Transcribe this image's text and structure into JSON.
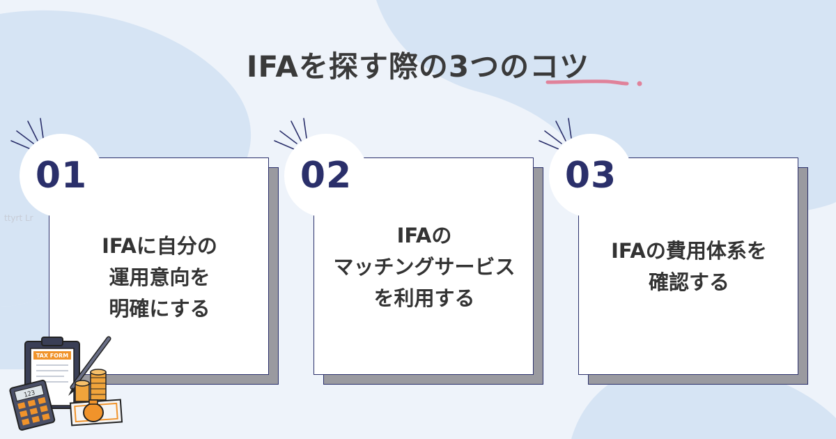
{
  "title": {
    "prefix": "IFAを探す際の3つの",
    "highlight": "コツ"
  },
  "watermark": "ttyrt Lr",
  "steps": [
    {
      "number": "01",
      "text": "IFAに自分の\n運用意向を\n明確にする"
    },
    {
      "number": "02",
      "text": "IFAの\nマッチングサービス\nを利用する"
    },
    {
      "number": "03",
      "text": "IFAの費用体系を\n確認する"
    }
  ],
  "illustration": {
    "form_label": "TAX FORM",
    "calculator_display": "123"
  },
  "colors": {
    "background": "#eef3fa",
    "blob": "#d6e4f4",
    "navy": "#2a2f6a",
    "accent_pink": "#e0829a",
    "text": "#333333",
    "shadow": "#9a9aa0"
  },
  "icons": [
    "tax-form-icon",
    "calculator-icon",
    "pen-icon",
    "coins-icon",
    "money-bag-icon",
    "cash-icon"
  ]
}
